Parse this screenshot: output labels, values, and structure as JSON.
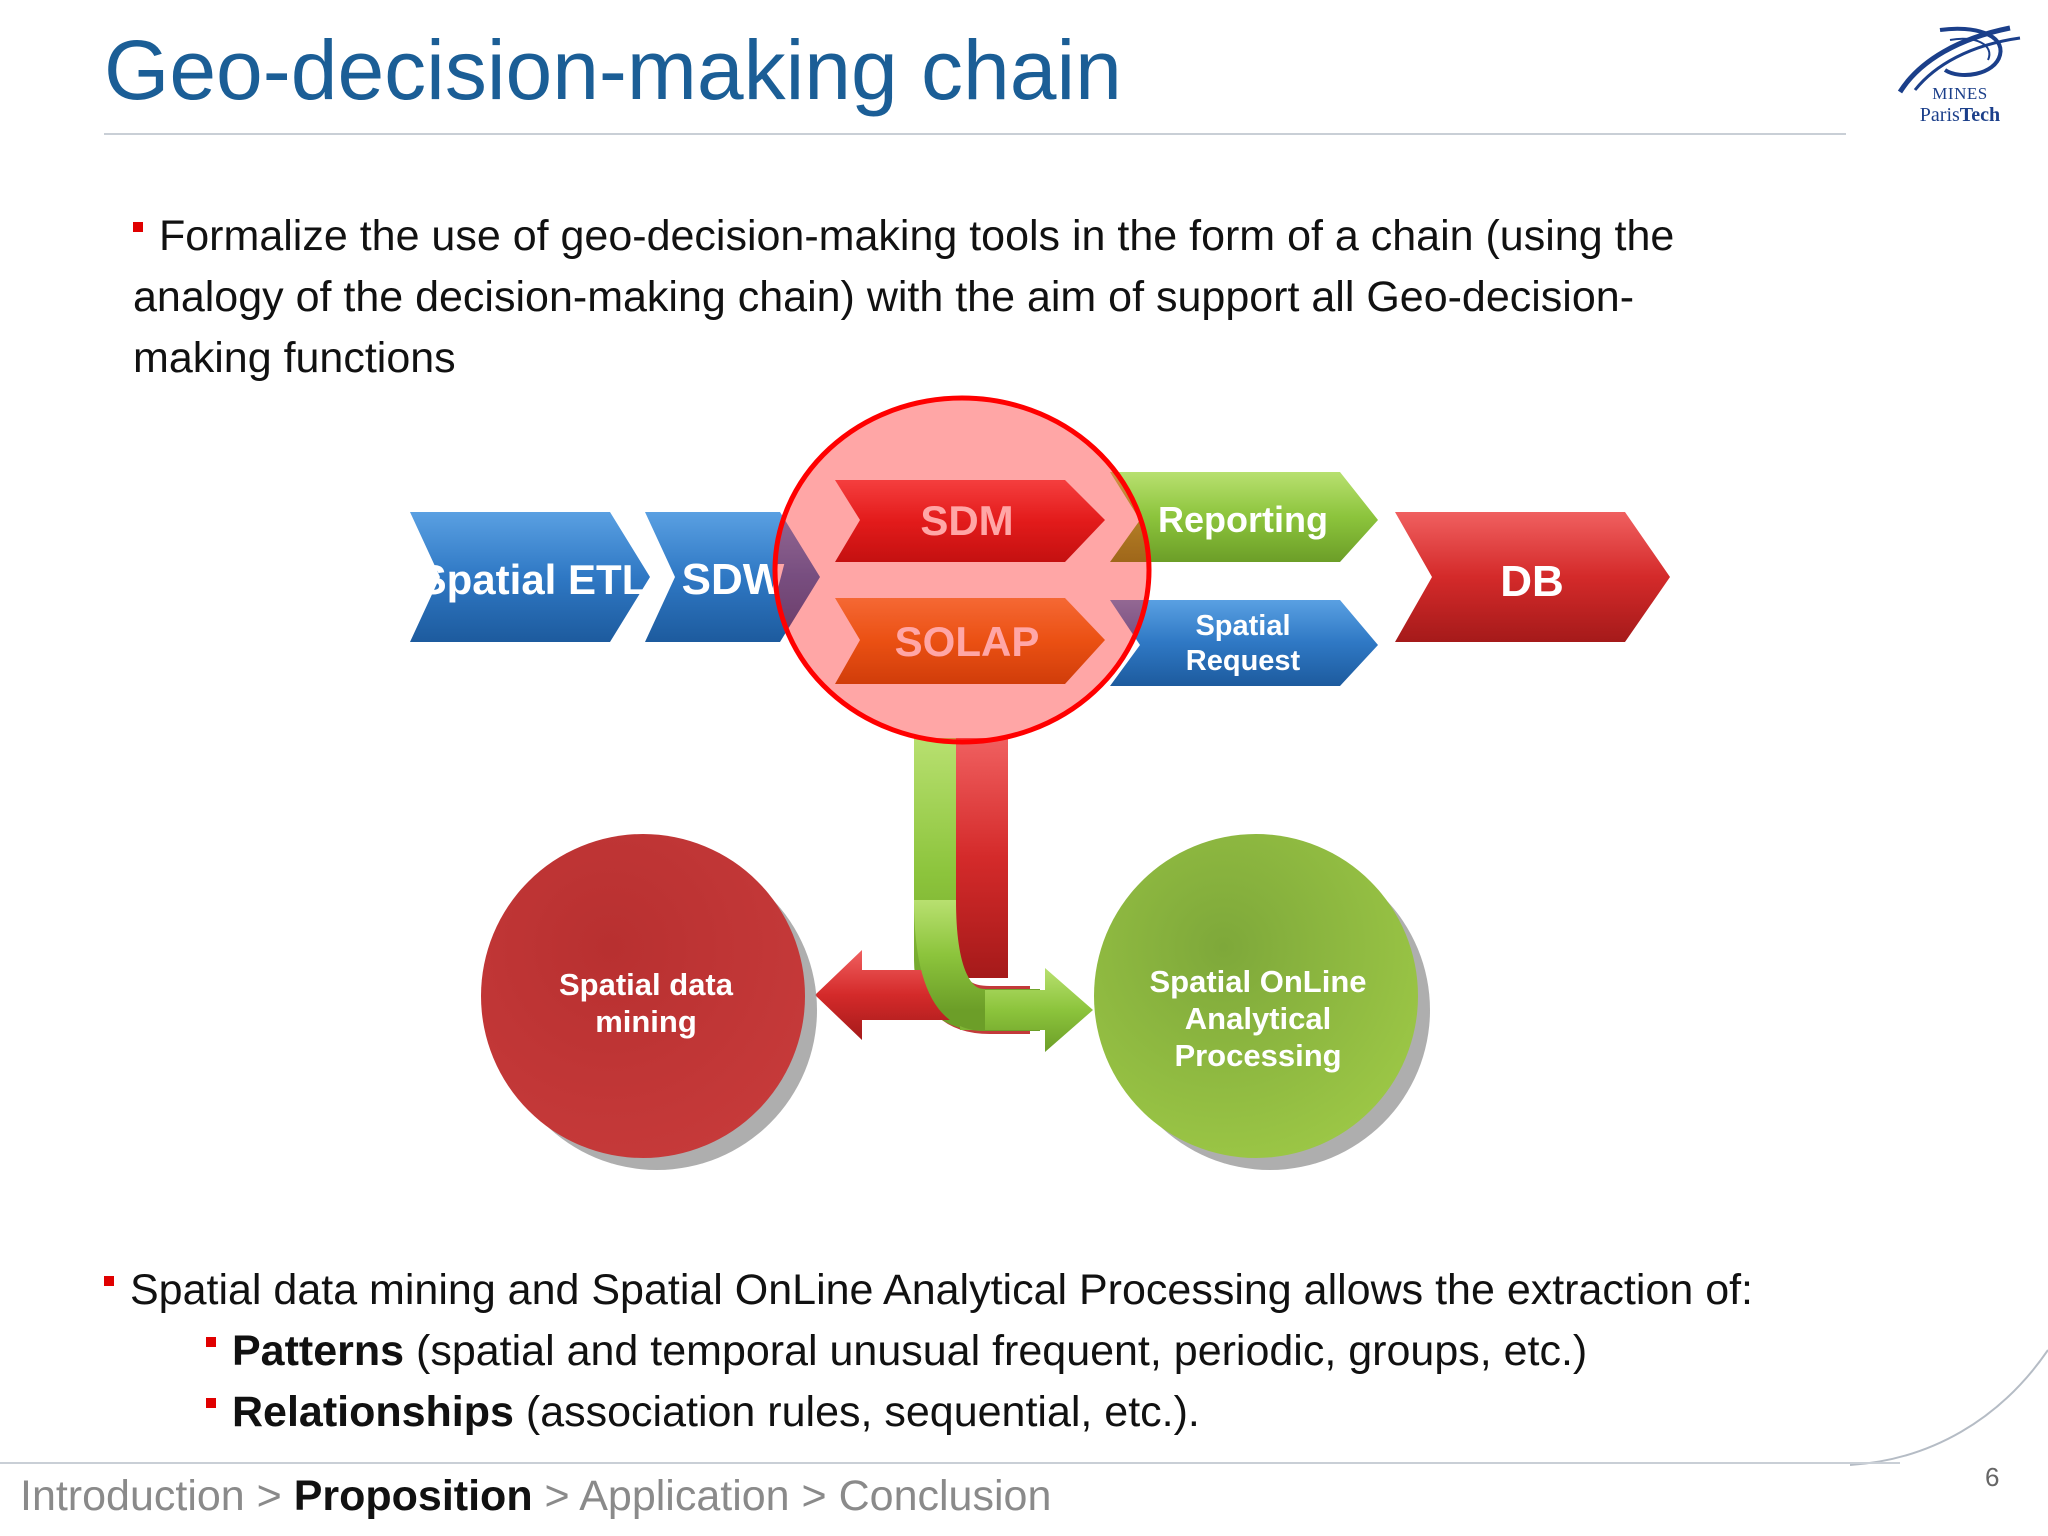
{
  "slide": {
    "title": "Geo-decision-making chain",
    "page_number": "6"
  },
  "logo": {
    "line1": "MINES",
    "line2_a": "Paris",
    "line2_b": "Tech"
  },
  "intro": {
    "text": "Formalize the use of geo-decision-making tools in the form of a chain (using the analogy of the decision-making chain) with the aim of support all Geo-decision-making functions"
  },
  "diagram": {
    "arrows": {
      "spatial_etl": "Spatial ETL",
      "sdw": "SDW",
      "sdm": "SDM",
      "solap": "SOLAP",
      "reporting": "Reporting",
      "spatial_request_1": "Spatial",
      "spatial_request_2": "Request",
      "db": "DB"
    },
    "circles": {
      "sdm_line1": "Spatial data",
      "sdm_line2": "mining",
      "solap_line1": "Spatial OnLine",
      "solap_line2": "Analytical",
      "solap_line3": "Processing"
    },
    "colors": {
      "blue": "#2f78c4",
      "red": "#d42a2a",
      "orange": "#e07c1e",
      "green": "#8cc43c",
      "highlight": "#ff0000"
    }
  },
  "bottom": {
    "main_text": "Spatial data mining and Spatial OnLine Analytical Processing allows the extraction of:",
    "item1_bold": "Patterns",
    "item1_rest": " (spatial and temporal unusual frequent, periodic, groups, etc.)",
    "item2_bold": "Relationships",
    "item2_rest": " (association rules, sequential, etc.)."
  },
  "footer": {
    "crumb1": "Introduction",
    "sep": " > ",
    "crumb2": "Proposition",
    "crumb3": "Application",
    "crumb4": "Conclusion"
  }
}
